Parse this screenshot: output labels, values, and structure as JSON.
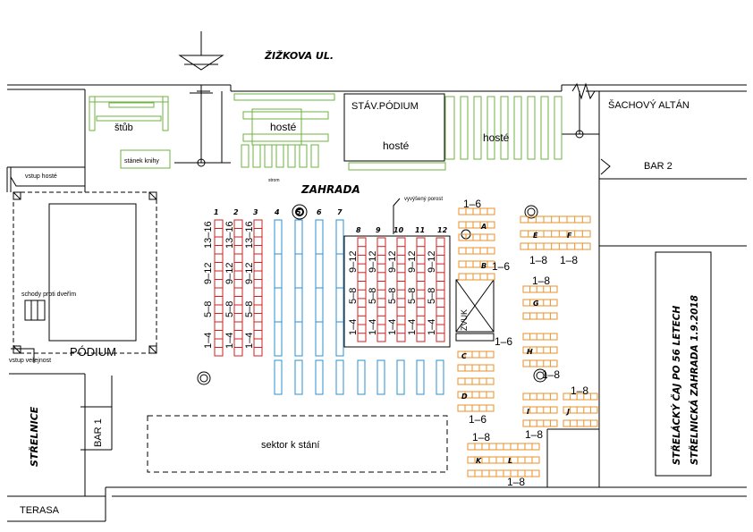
{
  "colors": {
    "line": "#000000",
    "guests_seating": "#6cb33f",
    "red_rows": "#cc2222",
    "blue_rows": "#2b8fd0",
    "orange_tables": "#e8922a"
  },
  "streets": {
    "zizkova": "ŽIŽKOVA UL."
  },
  "top_area": {
    "stub": "štůb",
    "stanek_knihy": "stánek knihy",
    "hoste_left": "hosté",
    "stav_podium": "STÁV.PÓDIUM",
    "hoste_center": "hosté",
    "hoste_right": "hosté"
  },
  "right_area": {
    "sachovy_altan": "ŠACHOVÝ  ALTÁN",
    "bar2": "BAR  2",
    "vertical_title_1": "STŘELÁCKÝ ČAJ PO 56 LETECH",
    "vertical_title_2": "STŘELNICKÁ ZAHRADA 1.9.2018"
  },
  "left_area": {
    "vstup_hoste": "vstup hosté",
    "schody": "schody proti dveřím",
    "podium": "PÓDIUM",
    "vstup_verejnost": "vstup veřejnost",
    "strelnice": "STŘELNICE",
    "bar1": "BAR  1",
    "terasa": "TERASA"
  },
  "center": {
    "zahrada": "ZAHRADA",
    "strom": "strom",
    "vyvyseny_porost": "vyvýšený porost",
    "zvuk": "ZVUK",
    "sektor_k_stani": "sektor  k  stání"
  },
  "row_numbers": [
    "1",
    "2",
    "3",
    "4",
    "5",
    "6",
    "7",
    "8",
    "9",
    "10",
    "11",
    "12"
  ],
  "seat_labels": {
    "red_left": [
      "1–4",
      "5–8",
      "9–12",
      "13–16"
    ],
    "red_right": [
      "1–4",
      "5–8",
      "9–12"
    ]
  },
  "tables": {
    "letters": [
      "A",
      "B",
      "C",
      "D",
      "E",
      "F",
      "G",
      "H",
      "I",
      "J",
      "K",
      "L"
    ],
    "ranges": [
      "1–6",
      "1–6",
      "1–6",
      "1–6",
      "1–8",
      "1–8",
      "1–8",
      "1–8",
      "1–8",
      "1–8",
      "1–8",
      "1–8"
    ]
  }
}
